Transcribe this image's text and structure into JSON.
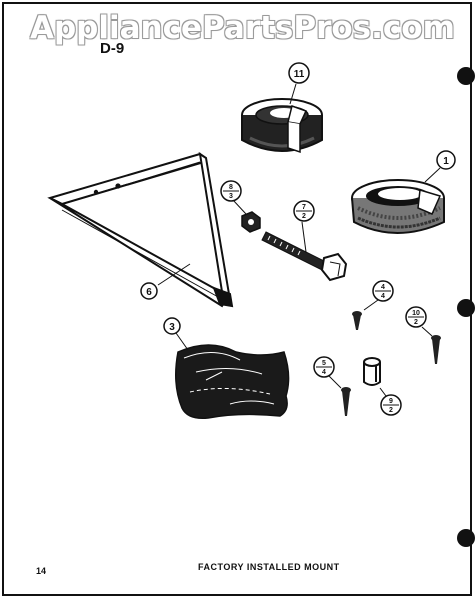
{
  "watermark": "AppliancePartsPros.com",
  "section_label": "D-9",
  "page_number": "14",
  "caption": "FACTORY INSTALLED MOUNT",
  "callouts": {
    "c11": "11",
    "c1": "1",
    "c8a": "8",
    "c8b": "3",
    "c7a": "7",
    "c7b": "2",
    "c6": "6",
    "c4a": "4",
    "c4b": "4",
    "c10a": "10",
    "c10b": "2",
    "c3": "3",
    "c5a": "5",
    "c5b": "4",
    "c9a": "9",
    "c9b": "2"
  },
  "colors": {
    "ink": "#111111",
    "watermark_outline": "#9a9a9a"
  }
}
